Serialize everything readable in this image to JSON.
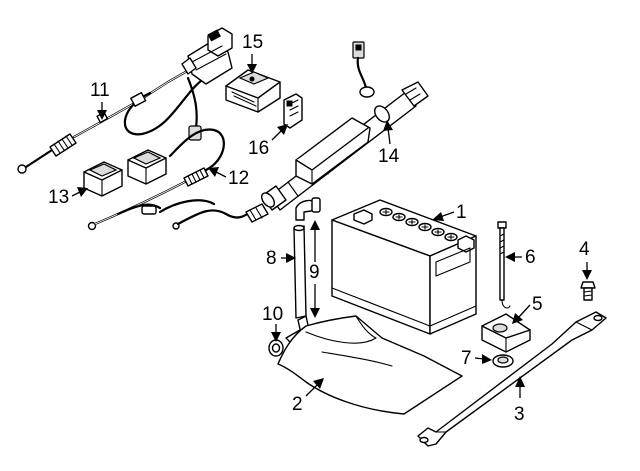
{
  "diagram": {
    "callouts": [
      "1",
      "2",
      "3",
      "4",
      "5",
      "6",
      "7",
      "8",
      "9",
      "10",
      "11",
      "12",
      "13",
      "14",
      "15",
      "16"
    ]
  },
  "parts": {
    "battery": "battery",
    "tray_liner": "tray-liner",
    "hold_down_strap": "hold-down-strap",
    "bolt": "bolt",
    "clamp": "clamp",
    "j_bolt": "j-bolt",
    "nut": "nut",
    "vent_hose": "vent-hose",
    "vent_hose_elbow": "vent-hose-elbow",
    "grommet": "grommet",
    "negative_cable": "negative-cable",
    "positive_cable": "positive-cable",
    "terminal_cover": "terminal-cover",
    "cable_conduit": "cable-conduit",
    "junction_cover": "junction-cover",
    "connector_clip": "connector-clip"
  }
}
